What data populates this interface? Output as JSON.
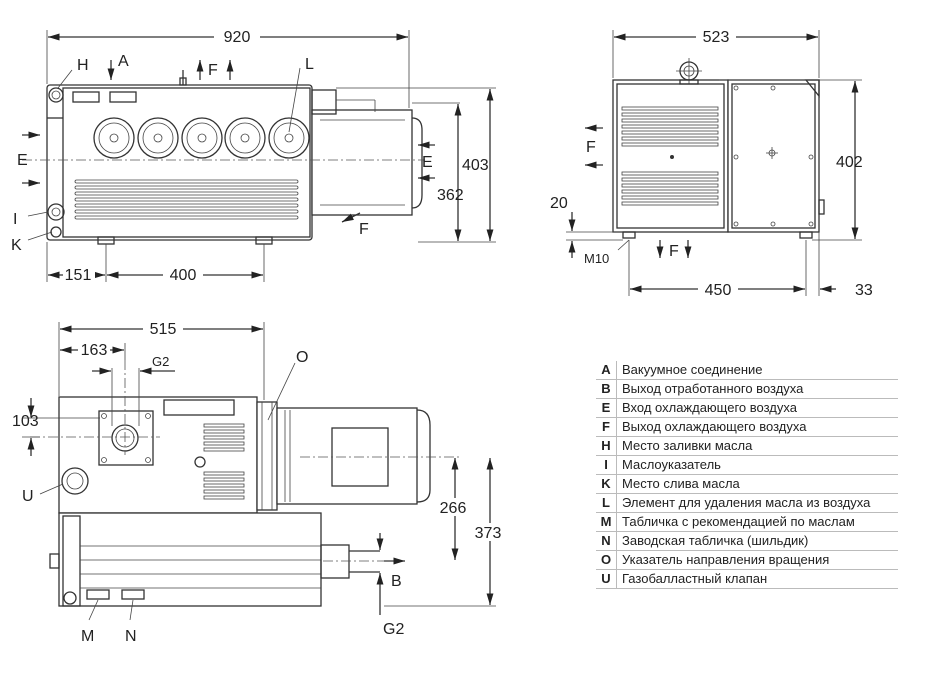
{
  "front_view": {
    "dims": {
      "width": "920",
      "height_total": "403",
      "height_axis": "362",
      "offset_left": "151",
      "foot_spacing": "400"
    },
    "labels": {
      "H": "H",
      "A": "A",
      "F_top": "F",
      "L": "L",
      "E_left": "E",
      "E_right": "E",
      "I": "I",
      "K": "K",
      "F_bottom": "F"
    }
  },
  "side_view": {
    "dims": {
      "width": "523",
      "height": "402",
      "foot_height": "20",
      "thread": "M10",
      "foot_spacing": "450",
      "offset_right": "33"
    },
    "labels": {
      "F_left": "F",
      "F_bottom": "F"
    }
  },
  "top_view": {
    "dims": {
      "width": "515",
      "offset": "163",
      "thread": "G2",
      "y_offset": "103",
      "height_axis": "266",
      "height_total": "373",
      "outlet_thread": "G2"
    },
    "labels": {
      "O": "O",
      "U": "U",
      "B": "B",
      "M": "M",
      "N": "N"
    }
  },
  "legend": [
    {
      "key": "A",
      "text": "Вакуумное соединение"
    },
    {
      "key": "B",
      "text": "Выход отработанного воздуха"
    },
    {
      "key": "E",
      "text": "Вход охлаждающего воздуха"
    },
    {
      "key": "F",
      "text": "Выход охлаждающего воздуха"
    },
    {
      "key": "H",
      "text": "Место заливки масла"
    },
    {
      "key": "I",
      "text": "Маслоуказатель"
    },
    {
      "key": "K",
      "text": "Место слива масла"
    },
    {
      "key": "L",
      "text": "Элемент для удаления масла из воздуха"
    },
    {
      "key": "M",
      "text": "Табличка с рекомендацией по маслам"
    },
    {
      "key": "N",
      "text": "Заводская табличка (шильдик)"
    },
    {
      "key": "O",
      "text": "Указатель направления вращения"
    },
    {
      "key": "U",
      "text": "Газобалластный клапан"
    }
  ]
}
